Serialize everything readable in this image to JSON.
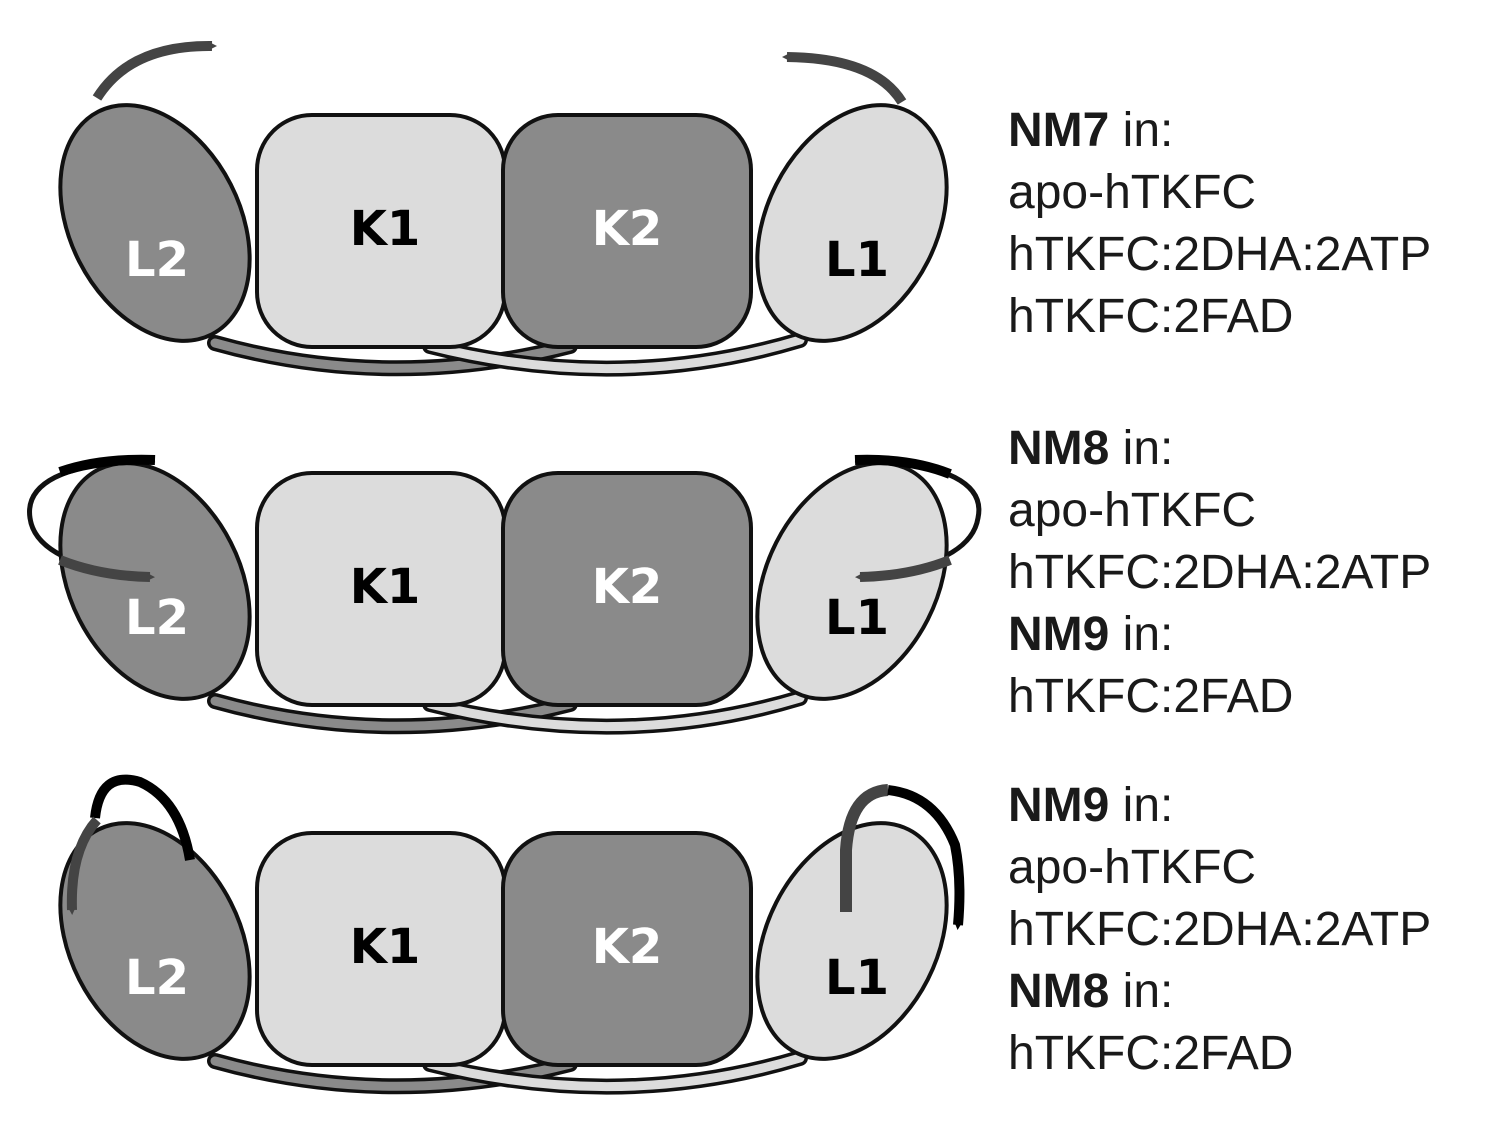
{
  "colors": {
    "dark_domain": "#8a8a8a",
    "light_domain": "#dcdcdc",
    "outline": "#111111",
    "arrow_dark": "#444444",
    "arrow_black": "#000000",
    "linker_fill": "#cfcfcf",
    "label_on_dark": "#ffffff",
    "label_on_light": "#000000"
  },
  "panels": [
    {
      "domains": {
        "l2": "L2",
        "k1": "K1",
        "k2": "K2",
        "l1": "L1"
      },
      "legend": [
        {
          "mode": "NM7",
          "suffix": " in:",
          "complexes": [
            "apo-hTKFC",
            "hTKFC:2DHA:2ATP",
            "hTKFC:2FAD"
          ]
        }
      ]
    },
    {
      "domains": {
        "l2": "L2",
        "k1": "K1",
        "k2": "K2",
        "l1": "L1"
      },
      "legend": [
        {
          "mode": "NM8",
          "suffix": " in:",
          "complexes": [
            "apo-hTKFC",
            "hTKFC:2DHA:2ATP"
          ]
        },
        {
          "mode": "NM9",
          "suffix": " in:",
          "complexes": [
            "hTKFC:2FAD"
          ]
        }
      ]
    },
    {
      "domains": {
        "l2": "L2",
        "k1": "K1",
        "k2": "K2",
        "l1": "L1"
      },
      "legend": [
        {
          "mode": "NM9",
          "suffix": " in:",
          "complexes": [
            "apo-hTKFC",
            "hTKFC:2DHA:2ATP"
          ]
        },
        {
          "mode": "NM8",
          "suffix": " in:",
          "complexes": [
            "hTKFC:2FAD"
          ]
        }
      ]
    }
  ]
}
